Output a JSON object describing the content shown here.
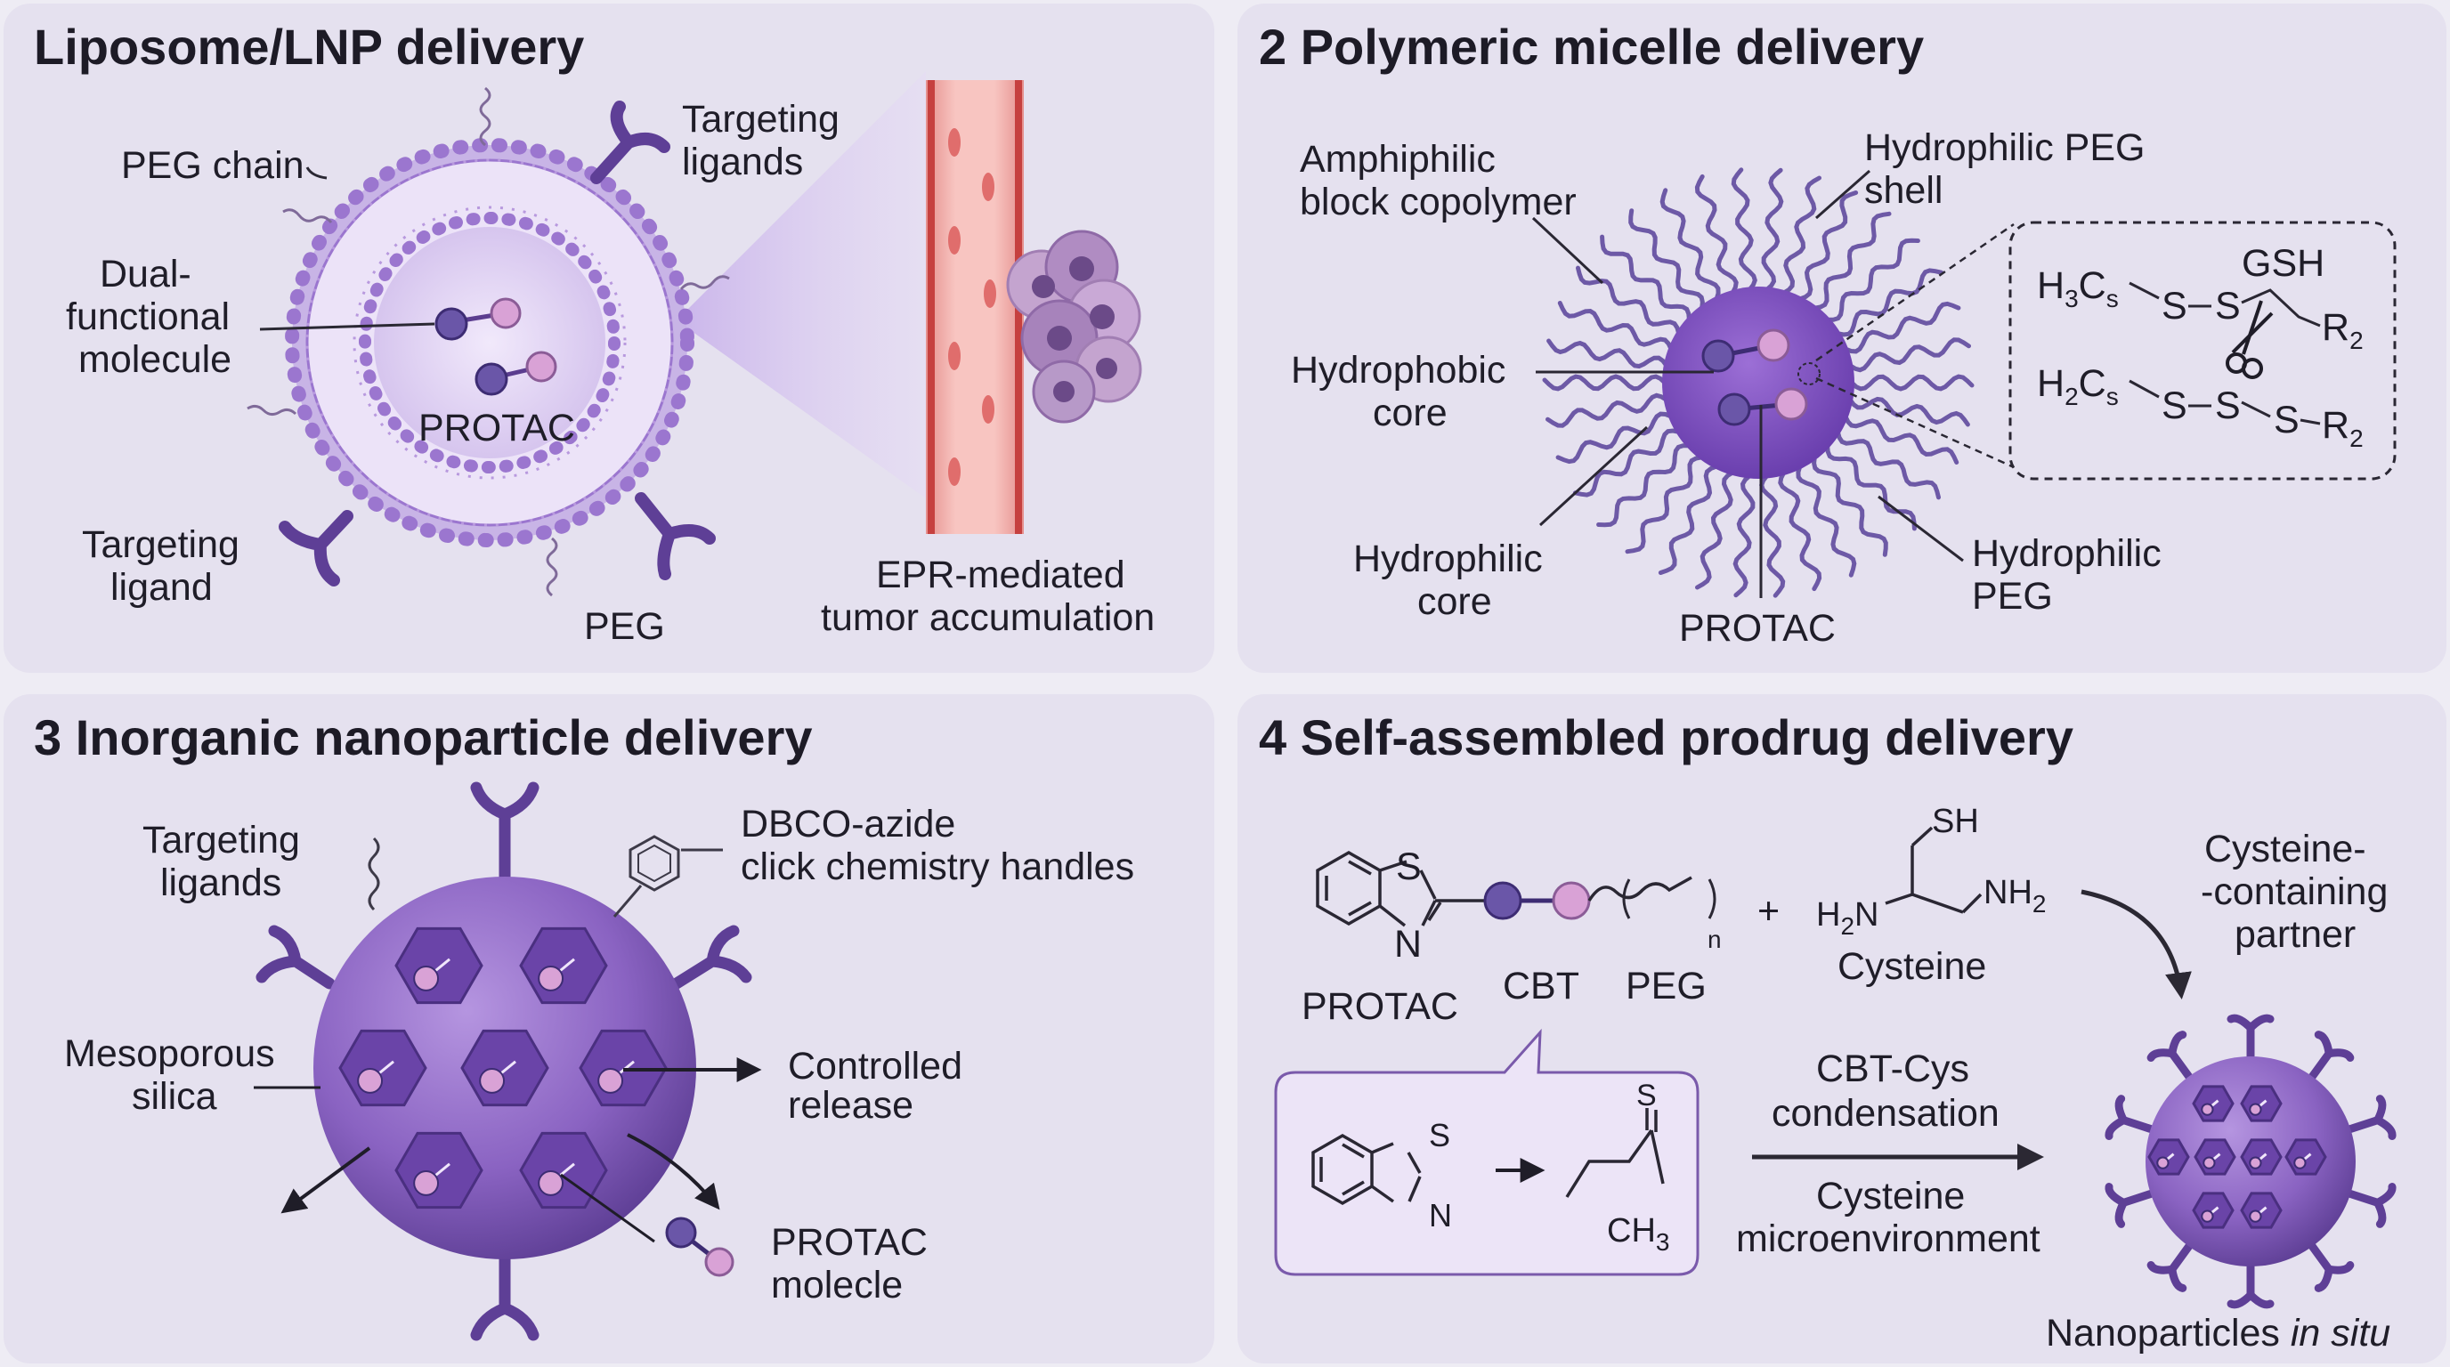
{
  "panel1": {
    "title": "Liposome/LNP delivery",
    "peg_chain": "PEG chain",
    "targeting_ligands": [
      "Targeting",
      "ligands"
    ],
    "dual_functional": [
      "Dual-",
      "functional",
      "molecule"
    ],
    "protac": "PROTAC",
    "targeting_ligand": [
      "Targeting",
      "ligand"
    ],
    "peg": "PEG",
    "epr": [
      "EPR-mediated",
      "tumor accumulation"
    ]
  },
  "panel2": {
    "title": "2  Polymeric micelle delivery",
    "amphiphilic": [
      "Amphiphilic",
      "block copolymer"
    ],
    "peg_shell": [
      "Hydrophilic PEG",
      "shell"
    ],
    "hydrophobic_core": [
      "Hydrophobic",
      "core"
    ],
    "hydrophilic_core": [
      "Hydrophilic",
      "core"
    ],
    "protac": "PROTAC",
    "hydrophilic_peg": [
      "Hydrophilic",
      "PEG"
    ],
    "gsh": "GSH",
    "chem": {
      "h3c": "H",
      "h3c_sub": "3",
      "c": "C",
      "s_sub": "s",
      "h2c": "H",
      "h2c_sub": "2",
      "s": "S",
      "r": "R",
      "r_sub": "2"
    }
  },
  "panel3": {
    "title": "3  Inorganic nanoparticle delivery",
    "targeting_ligands": [
      "Targeting",
      "ligands"
    ],
    "dbco": [
      "DBCO-azide",
      "click chemistry handles"
    ],
    "mesoporous": [
      "Mesoporous",
      "silica"
    ],
    "controlled": [
      "Controlled",
      "release"
    ],
    "protac": [
      "PROTAC",
      "molecle"
    ]
  },
  "panel4": {
    "title": "4  Self-assembled prodrug delivery",
    "protac": "PROTAC",
    "cbt": "CBT",
    "peg": "PEG",
    "n": "n",
    "plus": "+",
    "sh": "SH",
    "h2n": "H",
    "h2n_sub": "2",
    "h2n_n": "N",
    "nh2": "NH",
    "nh2_sub": "2",
    "cysteine": "Cysteine",
    "partner": [
      "Cysteine-",
      "-containing",
      "partner"
    ],
    "condensation": [
      "CBT-Cys",
      "condensation"
    ],
    "microenv": [
      "Cysteine",
      "microenvironment"
    ],
    "s": "S",
    "nn": "N",
    "ch3": "CH",
    "ch3_sub": "3",
    "nanoparticles": "Nanoparticles ",
    "in_situ": "in situ"
  },
  "colors": {
    "panel_bg": "#e5e1ef",
    "purple_dark": "#5b3d8f",
    "purple_mid": "#8a63c2",
    "purple_light": "#c8b4e6",
    "pink": "#d9a2d6",
    "vessel": "#f3b7b3"
  }
}
